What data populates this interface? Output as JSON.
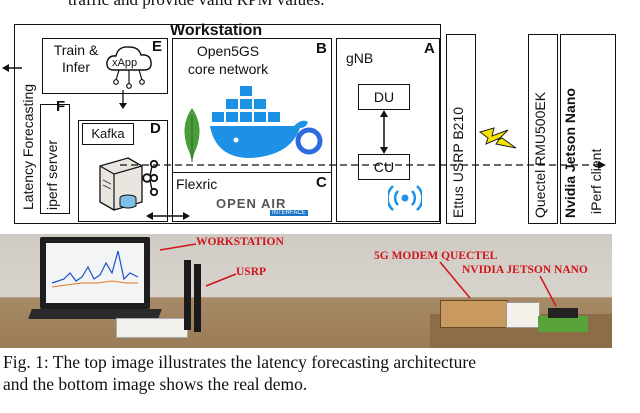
{
  "top_cut_text": "traffic and provide valid RPM values.",
  "diagram": {
    "workstation_title": "Workstation",
    "latency_forecasting": "Latency Forecasting",
    "train_infer": [
      "Train &",
      "Infer"
    ],
    "xapp": "xApp",
    "kafka": "Kafka",
    "iperf_server": "iperf server",
    "open5gs": [
      "Open5GS",
      "core network"
    ],
    "flexric": "Flexric",
    "oai_logo": [
      "OPEN AIR",
      "INTERFACE"
    ],
    "gnb": "gNB",
    "du": "DU",
    "cu": "CU",
    "usrp": "Ettus USRP B210",
    "quectel": "Quectel RMU500EK",
    "jetson": "Nvidia Jetson Nano",
    "iperf_client": "iPerf client",
    "letters": {
      "A": "A",
      "B": "B",
      "C": "C",
      "D": "D",
      "E": "E",
      "F": "F"
    }
  },
  "photo": {
    "labels": {
      "workstation": "WORKSTATION",
      "usrp": "USRP",
      "modem": "5G MODEM QUECTEL",
      "jetson": "NVIDIA JETSON NANO"
    }
  },
  "caption": {
    "line1": "Fig. 1: The top image illustrates the latency forecasting architecture",
    "line2": "and the bottom image shows the real demo."
  },
  "colors": {
    "label_red": "#d0141c",
    "docker_blue": "#1d91e6",
    "mongo_green": "#4a9b3c"
  }
}
